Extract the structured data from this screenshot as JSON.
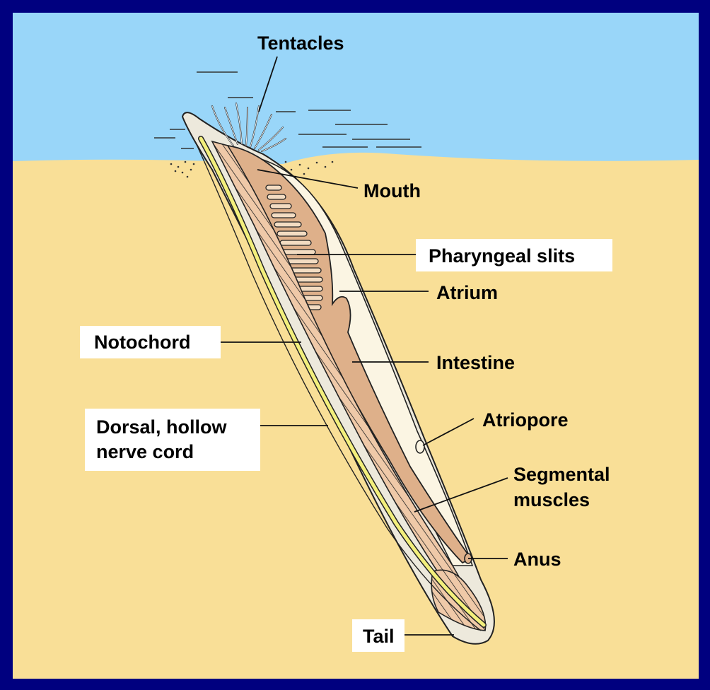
{
  "labels": {
    "tentacles": "Tentacles",
    "mouth": "Mouth",
    "pharyngeal_slits": "Pharyngeal slits",
    "atrium": "Atrium",
    "notochord": "Notochord",
    "intestine": "Intestine",
    "atriopore": "Atriopore",
    "nerve_cord_line1": "Dorsal, hollow",
    "nerve_cord_line2": "nerve cord",
    "segmental_line1": "Segmental",
    "segmental_line2": "muscles",
    "anus": "Anus",
    "tail": "Tail"
  },
  "colors": {
    "border": "#00007f",
    "water": "#99d6f9",
    "sand": "#f9df97",
    "body_outer": "#ede9dc",
    "pharynx": "#deb08a",
    "notochord": "#f3ef7c",
    "label_box": "#ffffff"
  }
}
